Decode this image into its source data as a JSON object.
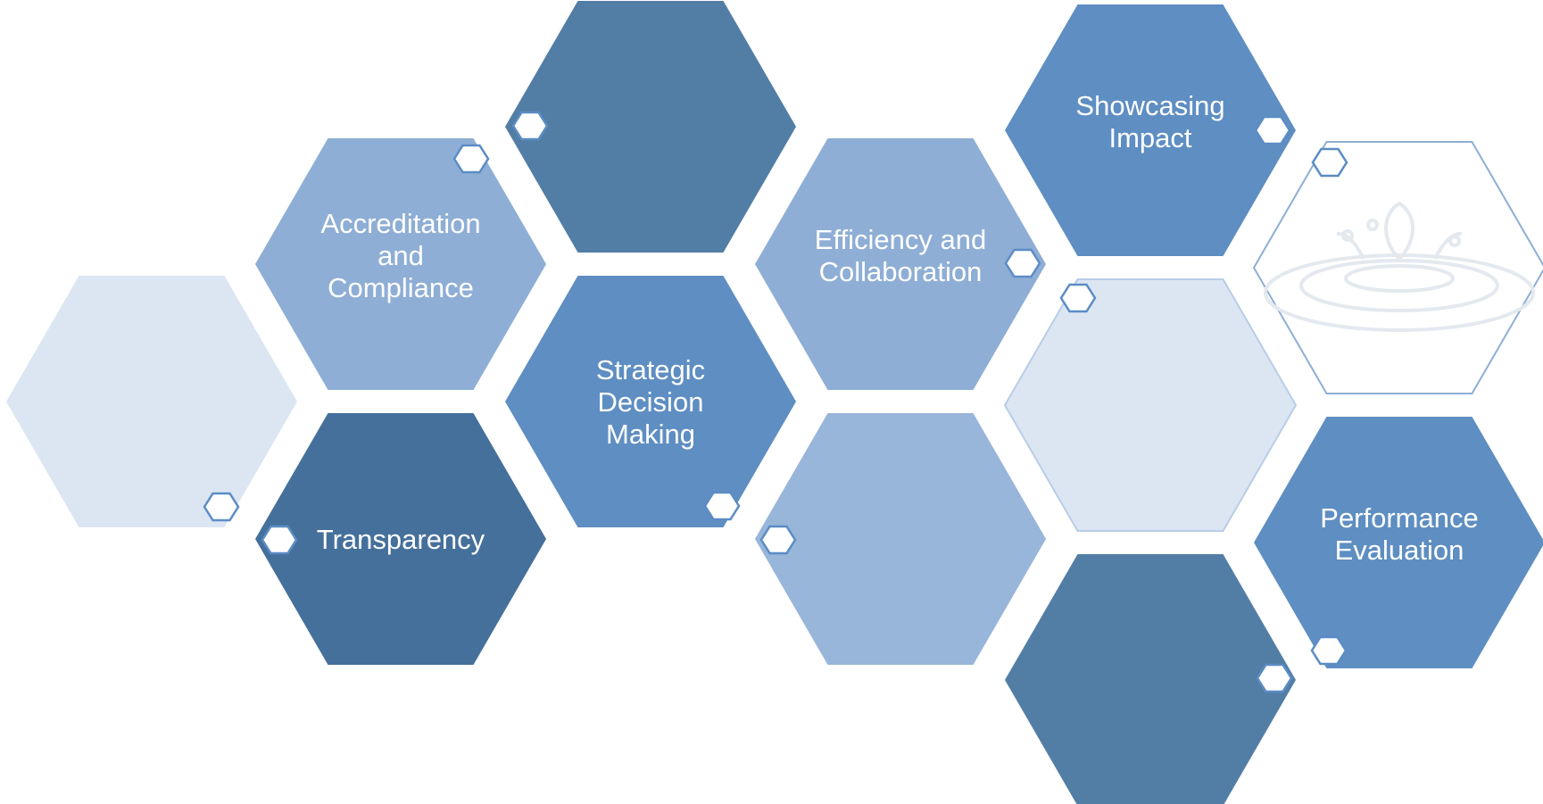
{
  "colors": {
    "dark": "#45709b",
    "mid_dark": "#527ea6",
    "mid": "#5e8ec2",
    "light": "#8eaed5",
    "light2": "#98b5da",
    "pale": "#dce6f3",
    "outline": "#8eaed5",
    "badge_fill": "#ffffff",
    "badge_stroke": "#5b8cc5"
  },
  "hexagons": [
    {
      "id": "hex-pale-left",
      "style": "pale",
      "lines": []
    },
    {
      "id": "hex-accreditation",
      "style": "light",
      "lines": [
        "Accreditation",
        "and",
        "Compliance"
      ]
    },
    {
      "id": "hex-transparency",
      "style": "dark",
      "lines": [
        "Transparency"
      ]
    },
    {
      "id": "hex-top-dark",
      "style": "mid_dark",
      "lines": []
    },
    {
      "id": "hex-strategic",
      "style": "mid",
      "lines": [
        "Strategic",
        "Decision",
        "Making"
      ]
    },
    {
      "id": "hex-efficiency",
      "style": "light",
      "lines": [
        "Efficiency and",
        "Collaboration"
      ]
    },
    {
      "id": "hex-lower-light",
      "style": "light2",
      "lines": []
    },
    {
      "id": "hex-showcasing",
      "style": "mid",
      "lines": [
        "Showcasing",
        "Impact"
      ]
    },
    {
      "id": "hex-pale-middle",
      "style": "pale",
      "lines": []
    },
    {
      "id": "hex-bottom-dark",
      "style": "mid_dark",
      "lines": []
    },
    {
      "id": "hex-water-drop",
      "style": "outline",
      "lines": [],
      "icon": "water-drop-icon"
    },
    {
      "id": "hex-performance",
      "style": "mid",
      "lines": [
        "Performance",
        "Evaluation"
      ]
    }
  ]
}
